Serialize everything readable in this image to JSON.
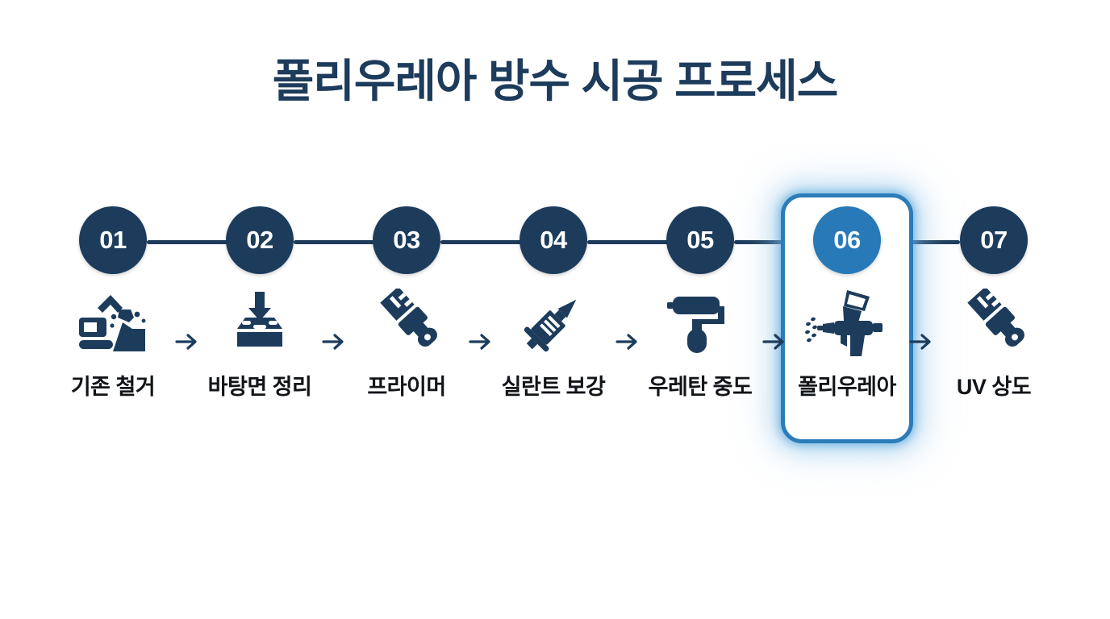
{
  "title": "폴리우레아 방수 시공 프로세스",
  "colors": {
    "navy": "#1d3c5c",
    "accent_blue": "#2779b8",
    "highlight_border": "#2b7cb8",
    "label_text": "#111418",
    "background": "#ffffff"
  },
  "steps": [
    {
      "number": "01",
      "label": "기존 철거",
      "icon": "excavator-demolition-icon",
      "active": false
    },
    {
      "number": "02",
      "label": "바탕면 정리",
      "icon": "surface-prep-slab-arrow-icon",
      "active": false
    },
    {
      "number": "03",
      "label": "프라이머",
      "icon": "paint-brush-icon",
      "active": false
    },
    {
      "number": "04",
      "label": "실란트 보강",
      "icon": "sealant-syringe-icon",
      "active": false
    },
    {
      "number": "05",
      "label": "우레탄 중도",
      "icon": "paint-roller-icon",
      "active": false
    },
    {
      "number": "06",
      "label": "폴리우레아",
      "icon": "spray-gun-icon",
      "active": true
    },
    {
      "number": "07",
      "label": "UV 상도",
      "icon": "paint-brush-icon",
      "active": false
    }
  ],
  "arrows": {
    "icon": "arrow-right-icon",
    "count": 6
  }
}
